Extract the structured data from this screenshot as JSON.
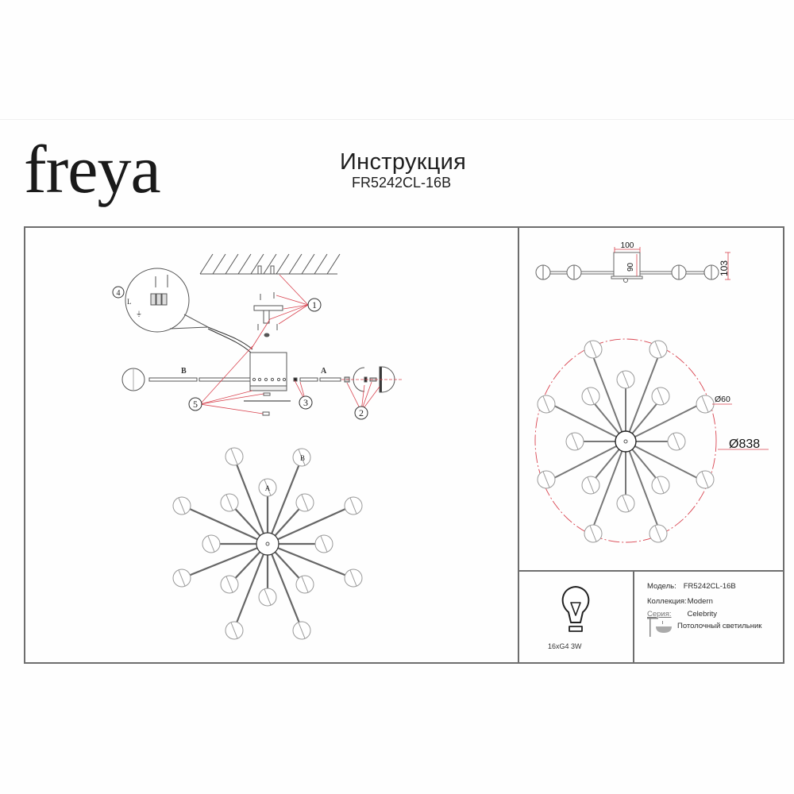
{
  "brand": {
    "logo_text": "freya"
  },
  "header": {
    "title": "Инструкция",
    "model": "FR5242CL-16B"
  },
  "assembly": {
    "part_labels": {
      "rod_b": "B",
      "rod_a": "A"
    },
    "callouts": [
      "1",
      "2",
      "3",
      "4",
      "5"
    ],
    "detail_labels": {
      "line": "L",
      "earth": "⏚"
    }
  },
  "top_view": {
    "labels": {
      "top_a": "A",
      "top_b": "B"
    }
  },
  "dimensions": {
    "base_width": "100",
    "base_height": "90",
    "total_height": "103",
    "shade_diameter": "Ø60",
    "overall_diameter": "Ø838"
  },
  "lamp": {
    "spec": "16xG4 3W"
  },
  "specs": {
    "rows": [
      {
        "key": "Модель:",
        "value": "FR5242CL-16B"
      },
      {
        "key": "Коллекция:",
        "value": "Modern"
      },
      {
        "key": "Серия:",
        "value": "Celebrity"
      }
    ],
    "type": "Потолочный светильник"
  },
  "colors": {
    "line": "#6e6e6e",
    "annotation": "#d9434f",
    "ink": "#1a1a1a"
  }
}
